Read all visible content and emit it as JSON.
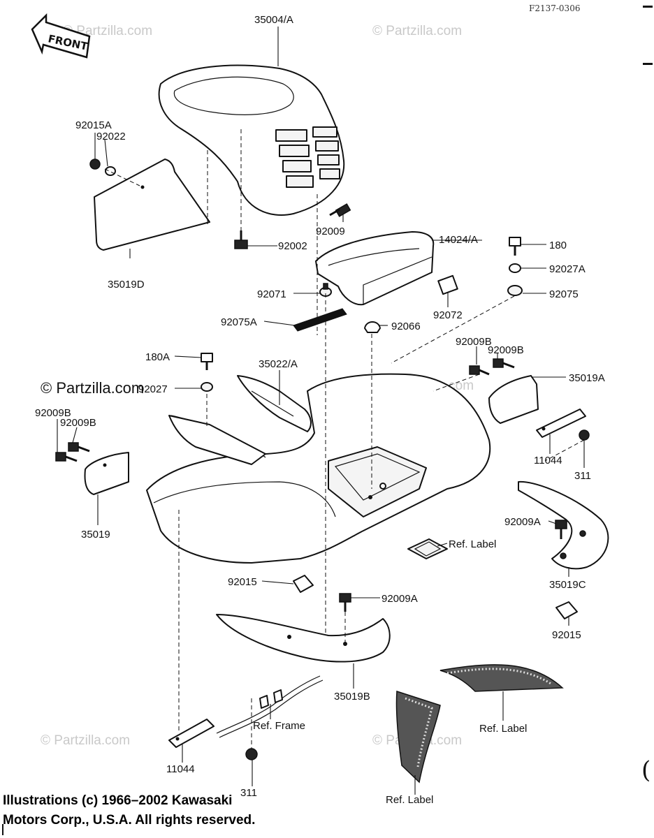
{
  "header": {
    "figure_code": "F2137-0306",
    "front_marker": "FRONT"
  },
  "watermarks": [
    {
      "id": "wm1",
      "text": "© Partzilla.com"
    },
    {
      "id": "wm2",
      "text": "© Partzilla.com"
    },
    {
      "id": "wm3",
      "text": "© Partzilla.com"
    },
    {
      "id": "wm4",
      "text": "© Partzilla.com"
    },
    {
      "id": "wm5",
      "text": "© Partzilla.com"
    },
    {
      "id": "wm6",
      "text": "© Partzilla.com"
    }
  ],
  "labels": {
    "p35004A": "35004/A",
    "p92015A": "92015A",
    "p92022": "92022",
    "p92009_top": "92009",
    "p92002": "92002",
    "p35019D": "35019D",
    "p14024A": "14024/A",
    "p180": "180",
    "p92027A": "92027A",
    "p92075": "92075",
    "p92071": "92071",
    "p92072": "92072",
    "p92075A": "92075A",
    "p92066": "92066",
    "p180A": "180A",
    "p35022A": "35022/A",
    "p92027": "92027",
    "p92009B_r1": "92009B",
    "p92009B_r2": "92009B",
    "p35019A": "35019A",
    "p92009B_l1": "92009B",
    "p92009B_l2": "92009B",
    "p11044_r": "11044",
    "p311_r": "311",
    "p35019": "35019",
    "p92009A_r": "92009A",
    "p_ref_label_1": "Ref. Label",
    "p35019C": "35019C",
    "p92015_mid": "92015",
    "p92009A_mid": "92009A",
    "p92015_r": "92015",
    "p35019B": "35019B",
    "p_ref_frame": "Ref. Frame",
    "p_ref_label_2": "Ref. Label",
    "p11044_l": "11044",
    "p311_l": "311",
    "p_ref_label_3": "Ref. Label"
  },
  "footer": {
    "line1": "Illustrations (c) 1966–2002 Kawasaki",
    "line2": "Motors Corp., U.S.A.  All rights reserved."
  },
  "margin_mark": "("
}
